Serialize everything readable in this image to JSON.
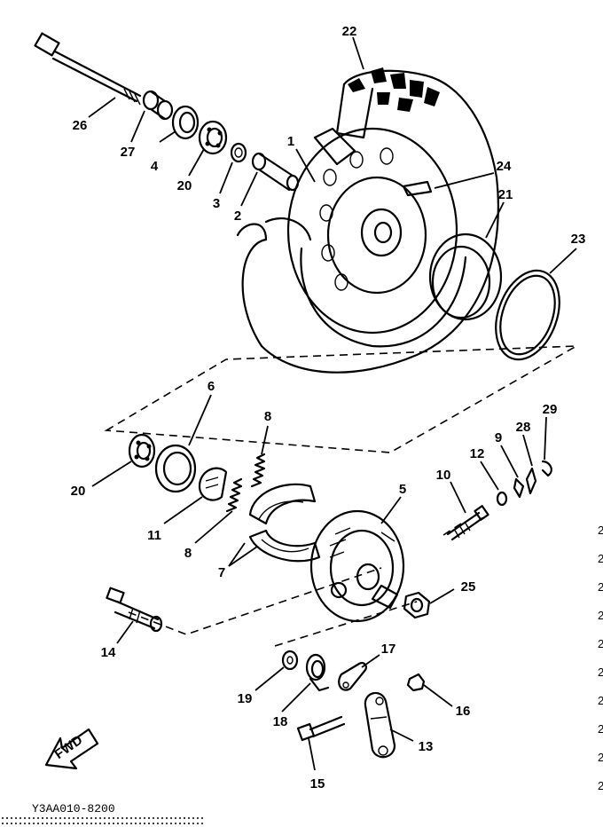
{
  "drawing_code": "Y3AA010-8200",
  "arrow_label": "FWD",
  "callouts": [
    "22",
    "1",
    "26",
    "27",
    "4",
    "20",
    "3",
    "2",
    "24",
    "21",
    "23",
    "6",
    "8",
    "20",
    "11",
    "8",
    "7",
    "5",
    "10",
    "12",
    "9",
    "28",
    "29",
    "25",
    "14",
    "17",
    "19",
    "18",
    "16",
    "13",
    "15"
  ],
  "edge_marks": [
    "2",
    "2",
    "2",
    "2",
    "2",
    "2",
    "2",
    "2",
    "2",
    "2"
  ]
}
